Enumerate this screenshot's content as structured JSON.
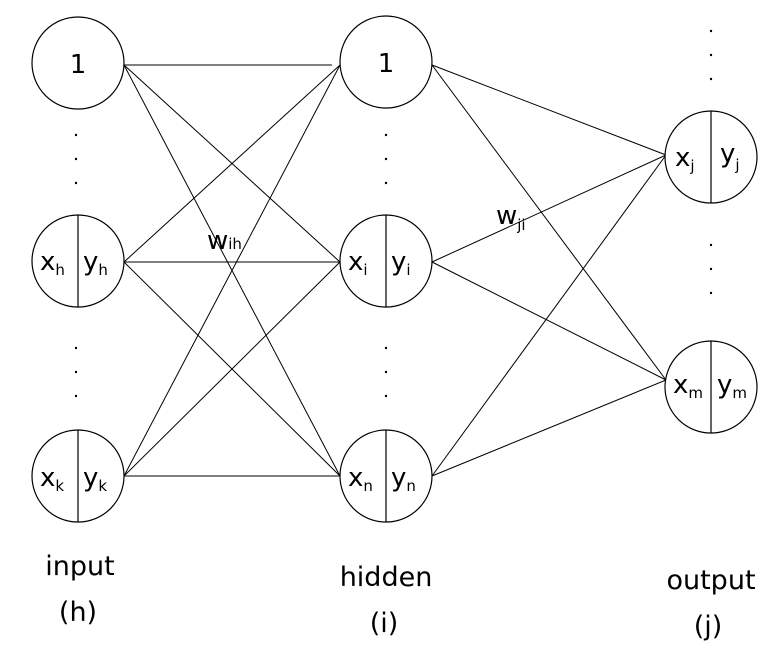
{
  "layers": {
    "input": {
      "label": "input",
      "index_label": "(h)",
      "nodes": {
        "bias": "1",
        "h": {
          "x": "x",
          "x_sub": "h",
          "y": "y",
          "y_sub": "h"
        },
        "k": {
          "x": "x",
          "x_sub": "k",
          "y": "y",
          "y_sub": "k"
        }
      }
    },
    "hidden": {
      "label": "hidden",
      "index_label": "(i)",
      "nodes": {
        "bias": "1",
        "i": {
          "x": "x",
          "x_sub": "i",
          "y": "y",
          "y_sub": "i"
        },
        "n": {
          "x": "x",
          "x_sub": "n",
          "y": "y",
          "y_sub": "n"
        }
      }
    },
    "output": {
      "label": "output",
      "index_label": "(j)",
      "nodes": {
        "j": {
          "x": "x",
          "x_sub": "j",
          "y": "y",
          "y_sub": "j"
        },
        "m": {
          "x": "x",
          "x_sub": "m",
          "y": "y",
          "y_sub": "m"
        }
      }
    }
  },
  "weights": {
    "input_hidden": {
      "w": "w",
      "sub": "ih"
    },
    "hidden_output": {
      "w": "w",
      "sub": "ji"
    }
  }
}
